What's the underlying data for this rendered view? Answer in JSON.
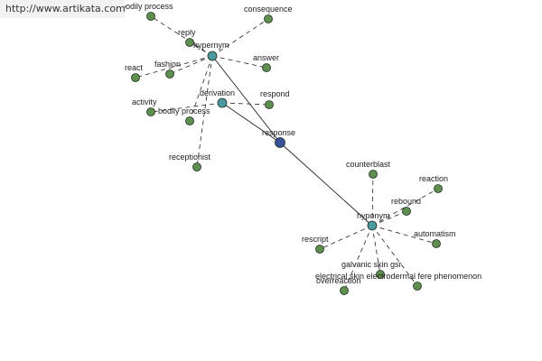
{
  "watermark": "http://www.artikata.com",
  "colors": {
    "leaf": "#5f8f4f",
    "hub": "#4b9aa0",
    "center": "#3b4f9a",
    "edge": "#222222"
  },
  "center": {
    "label": "response"
  },
  "hubs": {
    "hypernym": "hypernym",
    "derivation": "derivation",
    "hyponym": "hyponym"
  },
  "leaves": {
    "bodily_process_top": "bodily process",
    "consequence": "consequence",
    "reply": "reply",
    "answer": "answer",
    "react": "react",
    "fashion": "fashion",
    "respond": "respond",
    "activity": "activity",
    "bodily_process": "bodily process",
    "receptionist": "receptionist",
    "counterblast": "counterblast",
    "reaction": "reaction",
    "rebound": "rebound",
    "automatism": "automatism",
    "rescript": "rescript",
    "galvanic_skin_gsr": "galvanic skin gsr",
    "electrical_skin": "electrical skin electrodermal fere phenomenon",
    "overreaction": "overreaction"
  }
}
